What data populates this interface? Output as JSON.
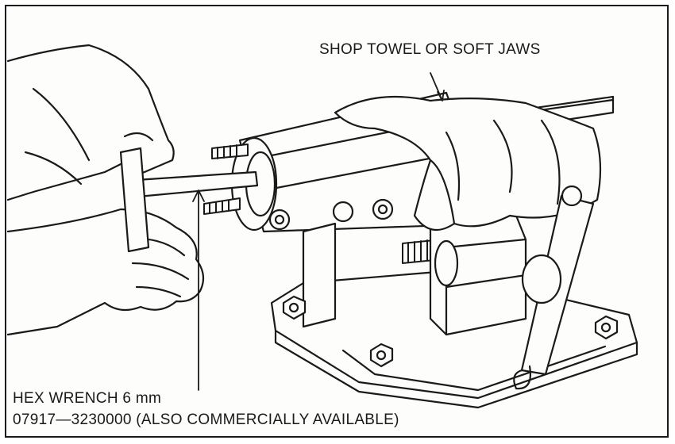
{
  "labels": {
    "towel": "SHOP TOWEL OR SOFT JAWS",
    "hex_wrench": "HEX WRENCH 6 mm",
    "part_number": "07917—3230000 (ALSO COMMERCIALLY AVAILABLE)"
  },
  "colors": {
    "ink": "#1a1a1a",
    "paper": "#fdfdfb"
  }
}
